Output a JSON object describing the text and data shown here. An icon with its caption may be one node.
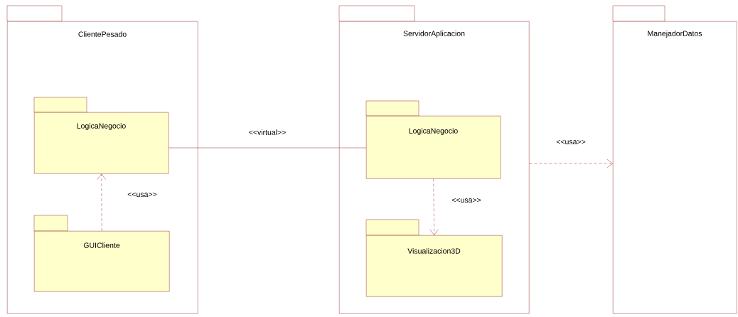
{
  "diagram": {
    "nodes": [
      {
        "text": [
          "ClientePesado"
        ]
      },
      {
        "text": [
          "LogicaNegocio"
        ],
        "in": 0
      },
      {
        "text": [
          "GUICliente"
        ],
        "in": 0
      },
      {
        "text": [
          "ServidorAplicacion"
        ]
      },
      {
        "text": [
          "LogicaNegocio"
        ],
        "in": 3
      },
      {
        "text": [
          "Visualizacion3D"
        ],
        "in": 3
      },
      {
        "text": [
          "ManejadorDatos"
        ]
      }
    ],
    "edges": [
      {
        "from": 2,
        "to": 1,
        "arrow": "to",
        "style": "dashed",
        "label": "<<usa>>"
      },
      {
        "from": 1,
        "to": 4,
        "arrow": "none",
        "label": "<<virtual>>"
      },
      {
        "from": 4,
        "to": 5,
        "arrow": "to",
        "style": "dashed",
        "label": "<<usa>>"
      },
      {
        "from": 3,
        "to": 6,
        "arrow": "to",
        "style": "dashed",
        "label": "<<usa>>"
      }
    ]
  }
}
